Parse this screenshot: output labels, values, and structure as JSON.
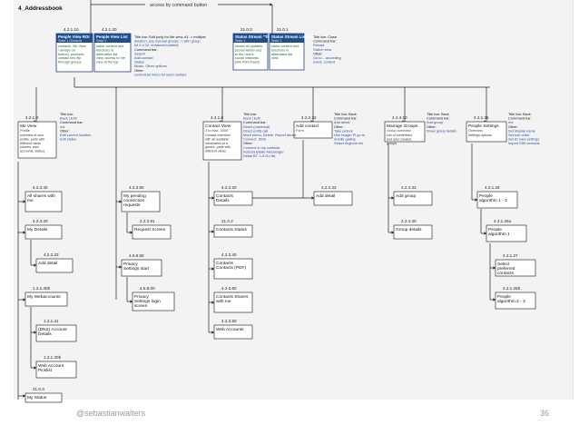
{
  "page": {
    "sheet_title": "4_Addressbook",
    "arrow_label": "access by command button",
    "author": "@sebastianwalters",
    "page_number": "36"
  },
  "nodes": [
    {
      "id": "n4210",
      "num": "4.2.1.10",
      "title": "People View ROI",
      "sub": "State 1 (Default)",
      "style": "dark",
      "note": "contacts, Me View / always on bottom, products, contact info flip through groups",
      "notes_color": "green"
    },
    {
      "id": "n4220",
      "num": "4.2.1.20",
      "title": "People View List",
      "sub": "State 2",
      "style": "dark",
      "note": "same content and functions in alternative list view, access to me view at the top",
      "notes_color": "green"
    },
    {
      "id": "n2100",
      "num": "21.0.0",
      "title": "Status Stream \"Tile View\"",
      "sub": "State 1",
      "style": "dark",
      "note": "shows all updates (screenwriter etc) to the user's social networks (like RSS Feed)",
      "notes_color": "green"
    },
    {
      "id": "n2101",
      "num": "21.0.1",
      "title": "Status Stream List View",
      "sub": "State 2",
      "style": "dark",
      "note": "same content and functions in alternative list view",
      "notes_color": "green"
    },
    {
      "id": "n4213",
      "num": "4.2.1.3",
      "title": "Me View",
      "sub": "Profile",
      "style": "light",
      "note": "overview of own profile, parts with different views (shares, web accounts, status)"
    },
    {
      "id": "n4210b",
      "num": "4.2.1.0",
      "title": "Contact View",
      "sub": "3 to max. 3000",
      "style": "light",
      "note": "Contact overview with all available information at a glance, parts with different views"
    },
    {
      "id": "n4222",
      "num": "4.2.2.22",
      "title": "Add contact",
      "sub": "Form",
      "style": "light",
      "note": ""
    },
    {
      "id": "n4240",
      "num": "4.2.4.10",
      "title": "Manage Groups",
      "sub": "Group overview",
      "style": "light",
      "note": "List of predefined and user created groups"
    },
    {
      "id": "n4212",
      "num": "4.2.1.25",
      "title": "People Settings",
      "sub": "Overview",
      "style": "light",
      "note": "Settings options"
    },
    {
      "id": "n4240s",
      "num": "4.2.3.40",
      "title": "All shares with me",
      "sub": "",
      "style": "light",
      "note": ""
    },
    {
      "id": "n4320",
      "num": "4.2.3.20",
      "title": "My Details",
      "sub": "",
      "style": "light",
      "note": ""
    },
    {
      "id": "n4223",
      "num": "4.2.2.23",
      "title": "Add detail",
      "sub": "",
      "style": "light",
      "note": ""
    },
    {
      "id": "n4390",
      "num": "4.2.3.90",
      "title": "My pending connection requests",
      "sub": "",
      "style": "light",
      "note": ""
    },
    {
      "id": "n4391",
      "num": "4.2.3.91",
      "title": "Request Screen",
      "sub": "",
      "style": "light",
      "note": ""
    },
    {
      "id": "n4580",
      "num": "4.5.8.50",
      "title": "Privacy Settings start",
      "sub": "",
      "style": "light",
      "note": ""
    },
    {
      "id": "n4581",
      "num": "4.5.8.00",
      "title": "Privacy Settings login screen",
      "sub": "",
      "style": "light",
      "note": ""
    },
    {
      "id": "n4220c",
      "num": "4.2.3.20",
      "title": "Contacts Details",
      "sub": "",
      "style": "light",
      "note": ""
    },
    {
      "id": "n4102",
      "num": "21.0.2",
      "title": "Contacts Status",
      "sub": "",
      "style": "light",
      "note": ""
    },
    {
      "id": "n4240c",
      "num": "4.2.3.40",
      "title": "Contacts Contacts (PDF)",
      "sub": "",
      "style": "light",
      "note": ""
    },
    {
      "id": "n4260",
      "num": "4.2.3.60",
      "title": "Contacts Shares with me",
      "sub": "",
      "style": "light",
      "note": ""
    },
    {
      "id": "n4250",
      "num": "4.2.3.50",
      "title": "Web Accounts",
      "sub": "",
      "style": "light",
      "note": ""
    },
    {
      "id": "n4223b",
      "num": "4.2.2.23",
      "title": "Add detail",
      "sub": "",
      "style": "light",
      "note": ""
    },
    {
      "id": "n4242",
      "num": "4.2.4.32",
      "title": "Add group",
      "sub": "",
      "style": "light",
      "note": ""
    },
    {
      "id": "n4430",
      "num": "4.2.4.30",
      "title": "Group details",
      "sub": "",
      "style": "light",
      "note": ""
    },
    {
      "id": "n4126",
      "num": "4.2.1.26",
      "title": "People algorithm 1 - 3",
      "sub": "",
      "style": "light",
      "note": ""
    },
    {
      "id": "n4126a",
      "num": "4.2.1.26a",
      "title": "People algorithm 1",
      "sub": "",
      "style": "light",
      "note": ""
    },
    {
      "id": "n4127",
      "num": "4.2.1.27",
      "title": "Select preferred contacts",
      "sub": "",
      "style": "light",
      "note": ""
    },
    {
      "id": "n4126b",
      "num": "4.2.1.26b",
      "title": "People algorithm 2 - 3",
      "sub": "",
      "style": "light",
      "note": ""
    },
    {
      "id": "n4140",
      "num": "1.2.1.40b",
      "title": "My Webaccounts",
      "sub": "",
      "style": "light",
      "note": ""
    },
    {
      "id": "n4141",
      "num": "1.2.1.41",
      "title": "(DNS) Account Details",
      "sub": "",
      "style": "light",
      "note": ""
    },
    {
      "id": "n4142",
      "num": "1.2.1.20b",
      "title": "Web Account Picklist",
      "sub": "",
      "style": "light",
      "note": ""
    },
    {
      "id": "n2103",
      "num": "21.0.3",
      "title": "My Status",
      "sub": "",
      "style": "light",
      "note": ""
    }
  ],
  "side_notes": [
    {
      "id": "sn1",
      "lines": [
        "Title bar: Edit (only for Me view, #1 -> multiple",
        "deletion, any manual groups -> with group",
        "#4.2.4.10, enhanced added)",
        "Command bar:",
        "Search",
        "Add contact",
        "Status",
        "Music, Other options",
        "Other:",
        "contextual menu for each contact"
      ]
    },
    {
      "id": "sn2",
      "lines": [
        "Title bar: Close",
        "Command bar:",
        "Reload",
        "Switch view",
        "Other:",
        "Go to... according",
        "event, context"
      ]
    },
    {
      "id": "sn3",
      "lines": [
        "Title bar:",
        "Back | Edit",
        "Command bar:",
        "n/a",
        "Other:",
        "Edit current location",
        "Edit status"
      ]
    },
    {
      "id": "sn4",
      "lines": [
        "Title bar:",
        "Back | Edit",
        "Command bar:",
        "Direct (universal)",
        "Direct (edit) call",
        "More menu, Delete, Report abuse",
        "Connect, SMS",
        "Other:",
        "Connect in my contacts",
        "Action/Update Messenger",
        "Detail BT, 1-8 Go list"
      ]
    },
    {
      "id": "sn5",
      "lines": [
        "Title bar: Back",
        "Command bar:",
        "Add detail",
        "Other:",
        "Take picture",
        "Use image/ Pi go to",
        "mobile gallery",
        "Select ringtone etc"
      ]
    },
    {
      "id": "sn6",
      "lines": [
        "Title bar: Back",
        "Command bar:",
        "Add group",
        "Other:",
        "Show group details"
      ]
    },
    {
      "id": "sn7",
      "lines": [
        "Title bar: Back",
        "Command bar:",
        "n/a",
        "Other:",
        "Set display name",
        "Set sort order",
        "Set ID view settings",
        "Import SIM contacts"
      ]
    }
  ]
}
